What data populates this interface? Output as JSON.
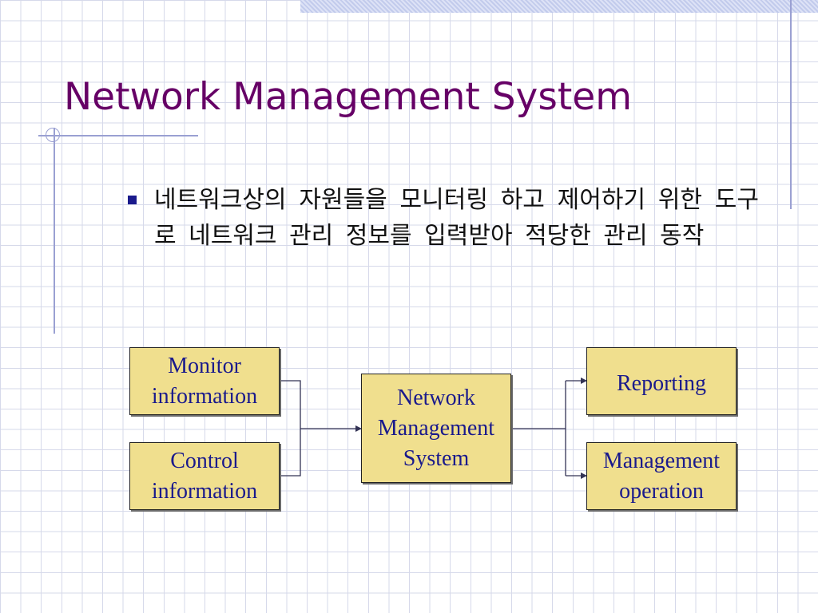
{
  "slide": {
    "title": "Network Management System",
    "bullet": "네트워크상의 자원들을 모니터링 하고 제어하기 위한 도구로 네트워크 관리 정보를 입력받아 적당한 관리 동작"
  },
  "diagram": {
    "monitor_info": "Monitor information",
    "control_info": "Control information",
    "nms": "Network Management System",
    "reporting": "Reporting",
    "mgmt_op": "Management operation"
  },
  "colors": {
    "title": "#660066",
    "box_fill": "#f0df8e",
    "box_text": "#1a1a8c",
    "bullet": "#1a1a8c",
    "grid": "#d6d9ea"
  }
}
